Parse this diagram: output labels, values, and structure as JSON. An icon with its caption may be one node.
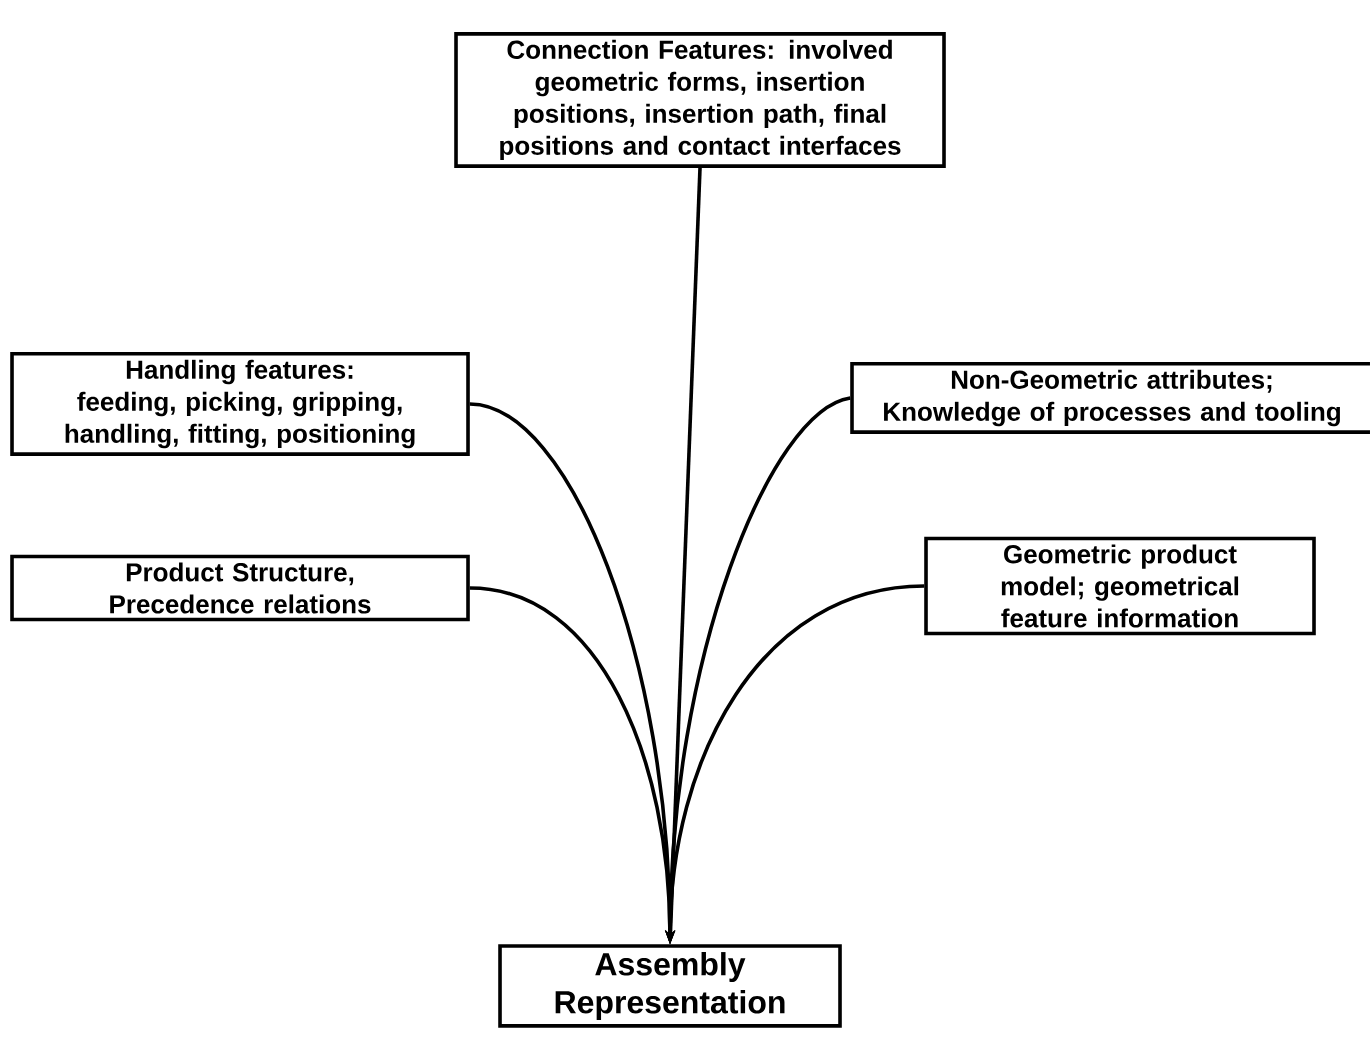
{
  "diagram": {
    "nodes": [
      {
        "text": [
          "Connection Features: involved geometric forms, insertion positions, insertion path, final positions and contact interfaces"
        ]
      },
      {
        "text": [
          "Handling features: feeding, picking, gripping, handling, fitting, positioning"
        ]
      },
      {
        "text": [
          "Non-Geometric attributes; Knowledge of processes and tooling"
        ]
      },
      {
        "text": [
          "Product Structure, Precedence relations"
        ]
      },
      {
        "text": [
          "Geometric product model; geometrical feature information"
        ]
      },
      {
        "text": [
          "Assembly Representation"
        ]
      }
    ],
    "edges": [
      {
        "from": 0,
        "to": 5,
        "arrow": "to"
      },
      {
        "from": 1,
        "to": 5,
        "arrow": "to"
      },
      {
        "from": 2,
        "to": 5,
        "arrow": "to"
      },
      {
        "from": 3,
        "to": 5,
        "arrow": "to"
      },
      {
        "from": 4,
        "to": 5,
        "arrow": "to"
      }
    ]
  }
}
